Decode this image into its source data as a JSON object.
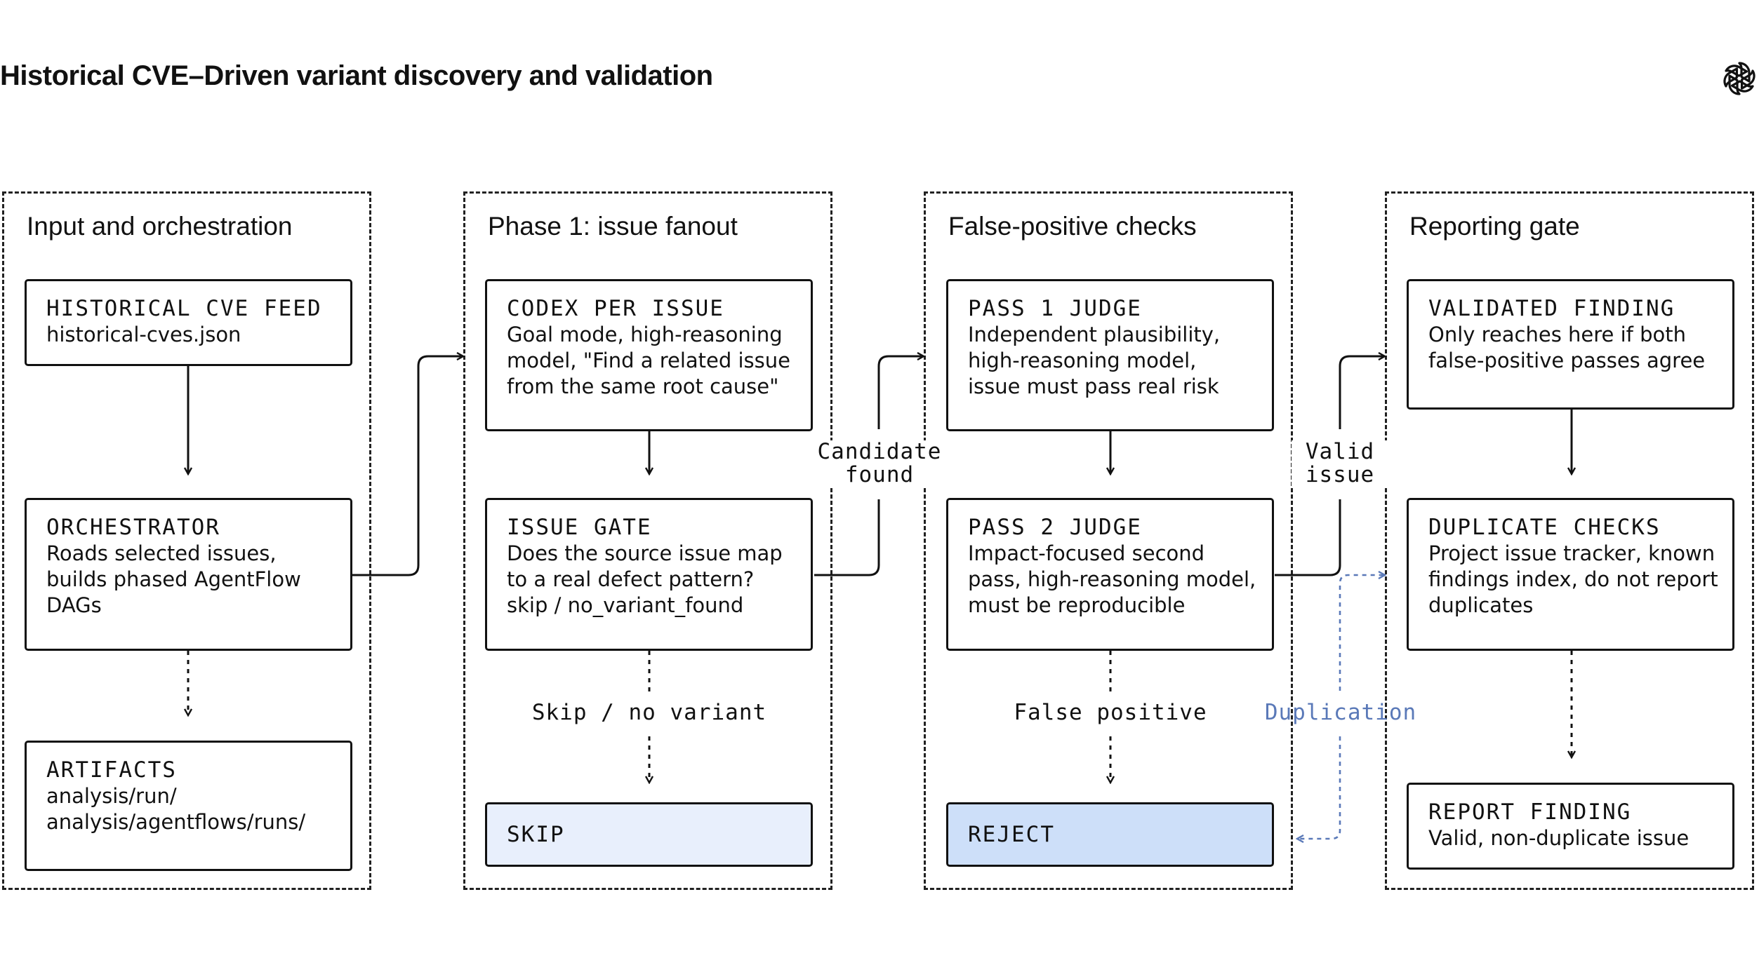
{
  "title": "Historical CVE–Driven variant discovery and validation",
  "lanes": [
    {
      "title": "Input and orchestration",
      "boxes": [
        {
          "header": "HISTORICAL CVE FEED",
          "body": [
            "historical-cves.json"
          ]
        },
        {
          "header": "ORCHESTRATOR",
          "body": [
            "Roads selected issues,",
            "builds phased AgentFlow",
            "DAGs"
          ]
        },
        {
          "header": "ARTIFACTS",
          "body": [
            "analysis/run/",
            "analysis/agentflows/runs/"
          ]
        }
      ]
    },
    {
      "title": "Phase 1: issue fanout",
      "boxes": [
        {
          "header": "CODEX PER ISSUE",
          "body": [
            "Goal mode, high-reasoning",
            "model, \"Find a related issue",
            "from the same root cause\""
          ]
        },
        {
          "header": "ISSUE GATE",
          "body": [
            "Does the source issue map",
            "to a real defect pattern?",
            "skip / no_variant_found"
          ]
        },
        {
          "header": "SKIP",
          "body": []
        }
      ],
      "edge_label": "Skip / no variant"
    },
    {
      "title": "False-positive checks",
      "boxes": [
        {
          "header": "PASS 1 JUDGE",
          "body": [
            "Independent plausibility,",
            "high-reasoning model,",
            "issue must pass real risk"
          ]
        },
        {
          "header": "PASS 2 JUDGE",
          "body": [
            "Impact-focused second",
            "pass, high-reasoning model,",
            "must be reproducible"
          ]
        },
        {
          "header": "REJECT",
          "body": []
        }
      ],
      "edge_label": "False positive"
    },
    {
      "title": "Reporting gate",
      "boxes": [
        {
          "header": "VALIDATED FINDING",
          "body": [
            "Only reaches here if both",
            "false-positive passes agree"
          ]
        },
        {
          "header": "DUPLICATE CHECKS",
          "body": [
            "Project issue tracker, known",
            "findings index, do not report",
            "duplicates"
          ]
        },
        {
          "header": "REPORT FINDING",
          "body": [
            "Valid, non-duplicate issue"
          ]
        }
      ]
    }
  ],
  "connectors": {
    "candidate_found": [
      "Candidate",
      "found"
    ],
    "valid_issue": [
      "Valid",
      "issue"
    ],
    "duplication": "Duplication"
  },
  "colors": {
    "skip_fill": "#e8effc",
    "reject_fill": "#cddff9",
    "duplication_accent": "#5a79b8"
  },
  "icons": {
    "logo": "openai-logo-icon"
  }
}
